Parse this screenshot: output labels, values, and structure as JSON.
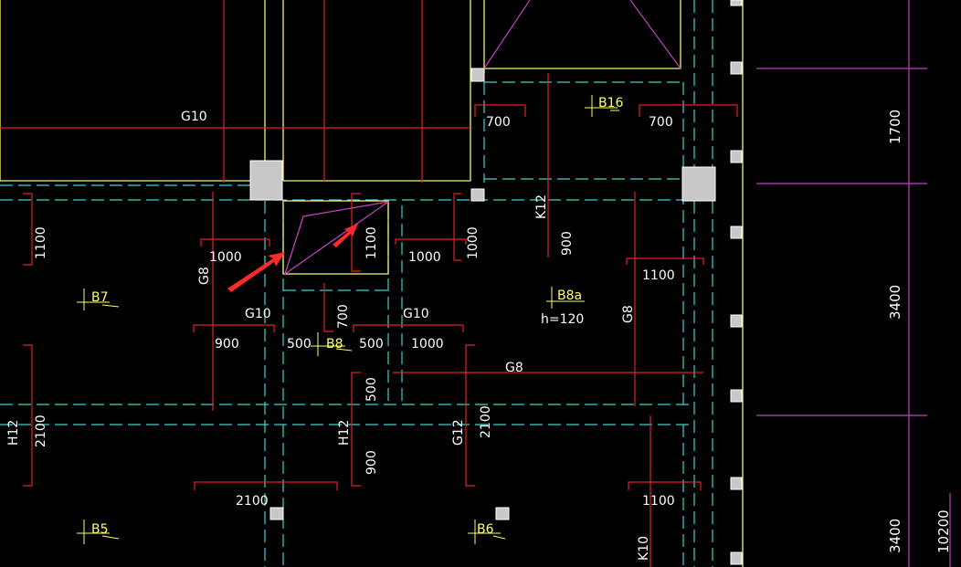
{
  "colors": {
    "background": "#000000",
    "rebar": "#e0202a",
    "beam_edge": "#f2f26a",
    "axis": "#3fd0d0",
    "dimension": "#c040c0",
    "text": "#ffffff",
    "slab_label": "#ffff66",
    "column": "#c8c8c8",
    "arrow": "#ff2a2a"
  },
  "beam_labels": {
    "g10_top": "G10",
    "g10_mid_left": "G10",
    "g10_mid_right": "G10",
    "g8_left": "G8",
    "g8_center": "G8",
    "g8_right": "G8",
    "k12": "K12",
    "h12_left": "H12",
    "h12_mid": "H12",
    "g12": "G12",
    "k10": "K10"
  },
  "rebar_lengths": {
    "l700_top1": "700",
    "l700_top2": "700",
    "l1100_left": "1100",
    "l1000_a": "1000",
    "l1100_opening": "1100",
    "l1000_b": "1000",
    "l1000_c": "1000",
    "l900_k12": "900",
    "l1100_right": "1100",
    "l700_mid": "700",
    "l900_a": "900",
    "l500_a": "500",
    "l500_b": "500",
    "l1000_d": "1000",
    "l500_c": "500",
    "l2100_left": "2100",
    "l2100_mid": "2100",
    "l900_b": "900",
    "l2100_bottom": "2100",
    "l1100_bottom": "1100"
  },
  "slabs": {
    "b16": "B16",
    "b7": "B7",
    "b8a": "B8a",
    "b8a_thickness": "h=120",
    "b8": "B8",
    "b5": "B5",
    "b6": "B6"
  },
  "dimensions": {
    "d1700": "1700",
    "d3400_a": "3400",
    "d3400_b": "3400",
    "d10200": "10200"
  }
}
